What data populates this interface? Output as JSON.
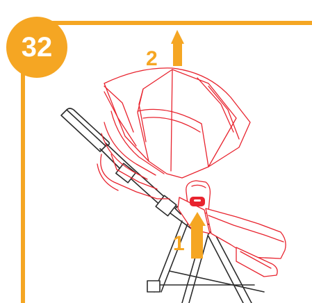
{
  "step_number": "32",
  "step_1_label": "1",
  "step_2_label": "2",
  "colors": {
    "accent": "#f5a623",
    "outline": "#e8232e",
    "line": "#2b2b2b"
  },
  "icons": {
    "arrow_1": "arrow-up-icon",
    "arrow_2": "arrow-up-icon",
    "release_button": "canopy-release-button-icon"
  }
}
